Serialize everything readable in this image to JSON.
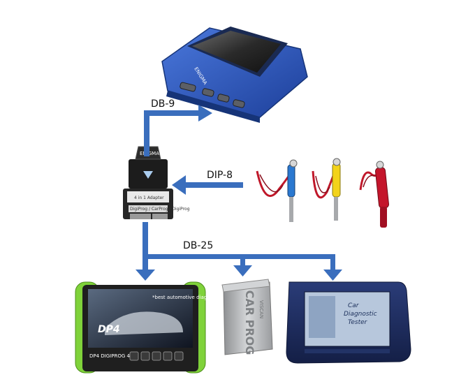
{
  "connectors": {
    "db9": "DB-9",
    "dip8": "DIP-8",
    "db25": "DB-25"
  },
  "devices": {
    "enigma": {
      "brand_text": "ENIGMA"
    },
    "adapter": {
      "plate_text": "4 in 1 Adapter",
      "sub_text": "DigiProg / CarProg / DigiProg",
      "top_text": "ENIGMA Tool"
    },
    "dp4": {
      "screen_text": "*best automotive diagnostic tool on market*",
      "logo_text": "DP4 DIGIPROG 4"
    },
    "carprog": {
      "logo_text": "CAR PROG",
      "side_text": "VISCAN"
    },
    "digiprog3": {
      "screen_line1": "Car",
      "screen_line2": "Diagnostic",
      "screen_line3": "Tester"
    }
  },
  "colors": {
    "arrow": "#3a6ebd",
    "enigma_body": "#2a54b8",
    "dp4_green": "#7fd23a",
    "digiprog_navy": "#1c2b5e",
    "carprog_silver": "#b9bbbd"
  }
}
